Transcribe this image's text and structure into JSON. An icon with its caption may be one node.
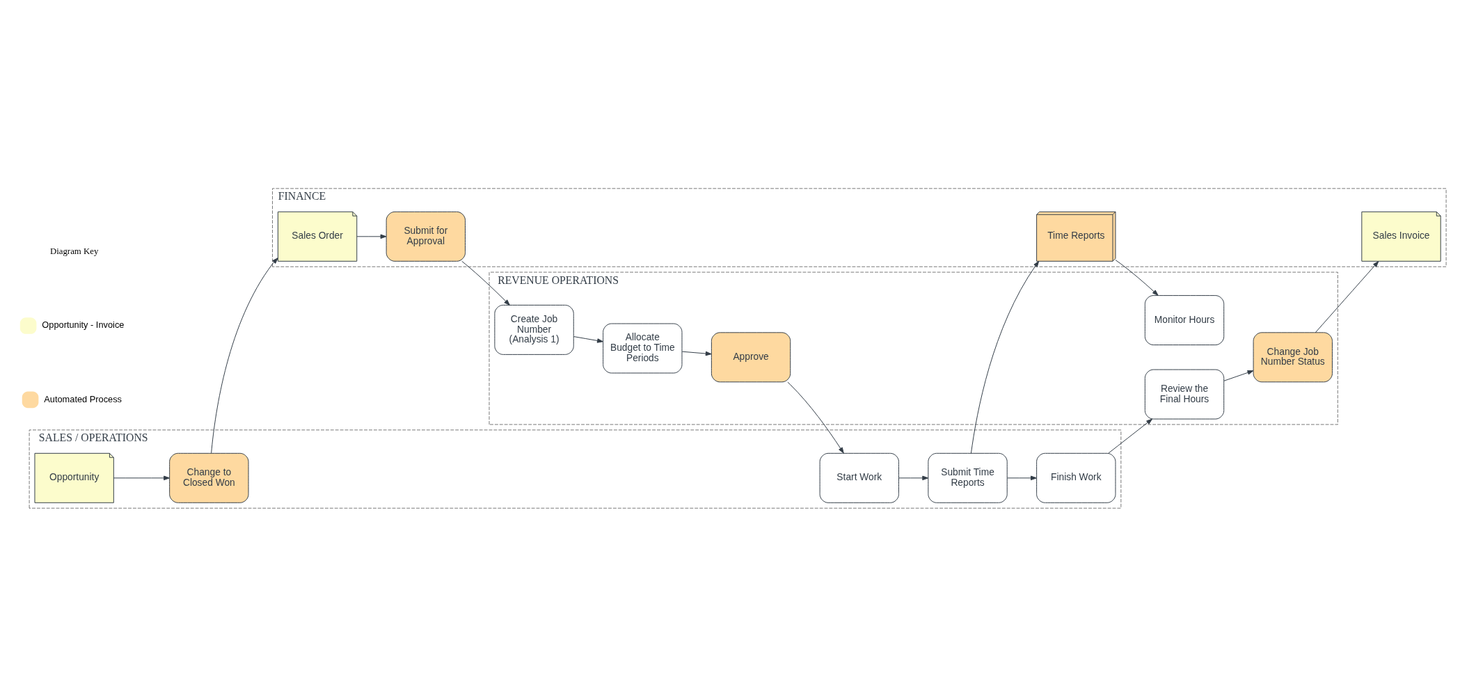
{
  "diagram": {
    "nodes": [
      {
        "text": [
          "SALES / OPERATIONS"
        ]
      },
      {
        "text": [
          "Opportunity"
        ],
        "in": 0
      },
      {
        "text": [
          "Change to Closed Won"
        ],
        "in": 0
      },
      {
        "text": [
          "Start Work"
        ],
        "in": 0
      },
      {
        "text": [
          "Submit Time Reports"
        ],
        "in": 0
      },
      {
        "text": [
          "Finish Work"
        ],
        "in": 0
      },
      {
        "text": [
          "FINANCE"
        ]
      },
      {
        "text": [
          "Sales Order"
        ],
        "in": 6
      },
      {
        "text": [
          "Submit for Approval"
        ],
        "in": 6
      },
      {
        "text": [
          "Time Reports"
        ],
        "in": 6
      },
      {
        "text": [
          "Sales Invoice"
        ],
        "in": 6
      },
      {
        "text": [
          "REVENUE OPERATIONS"
        ]
      },
      {
        "text": [
          "Create Job Number (Analysis 1)"
        ],
        "in": 11
      },
      {
        "text": [
          "Allocate Budget to Time Periods"
        ],
        "in": 11
      },
      {
        "text": [
          "Approve"
        ],
        "in": 11
      },
      {
        "text": [
          "Monitor Hours"
        ],
        "in": 11
      },
      {
        "text": [
          "Review the Final Hours"
        ],
        "in": 11
      },
      {
        "text": [
          "Change Job Number Status"
        ],
        "in": 11
      }
    ],
    "edges": [
      {
        "from": 1,
        "to": 2,
        "arrow": "to"
      },
      {
        "from": 2,
        "to": 7,
        "arrow": "to"
      },
      {
        "from": 7,
        "to": 8,
        "arrow": "to"
      },
      {
        "from": 8,
        "to": 12,
        "arrow": "to"
      },
      {
        "from": 12,
        "to": 13,
        "arrow": "to"
      },
      {
        "from": 13,
        "to": 14,
        "arrow": "to"
      },
      {
        "from": 14,
        "to": 3,
        "arrow": "to"
      },
      {
        "from": 3,
        "to": 4,
        "arrow": "to"
      },
      {
        "from": 4,
        "to": 5,
        "arrow": "to"
      },
      {
        "from": 4,
        "to": 9,
        "arrow": "to"
      },
      {
        "from": 9,
        "to": 15,
        "arrow": "to"
      },
      {
        "from": 5,
        "to": 16,
        "arrow": "to"
      },
      {
        "from": 16,
        "to": 17,
        "arrow": "to"
      },
      {
        "from": 17,
        "to": 10,
        "arrow": "to"
      }
    ],
    "labels": [
      "Diagram Key"
    ],
    "legend": [
      {
        "text": "Opportunity - Invoice",
        "color": "#fcfccc"
      },
      {
        "text": "Automated Process",
        "color": "#fed9a0"
      }
    ]
  }
}
